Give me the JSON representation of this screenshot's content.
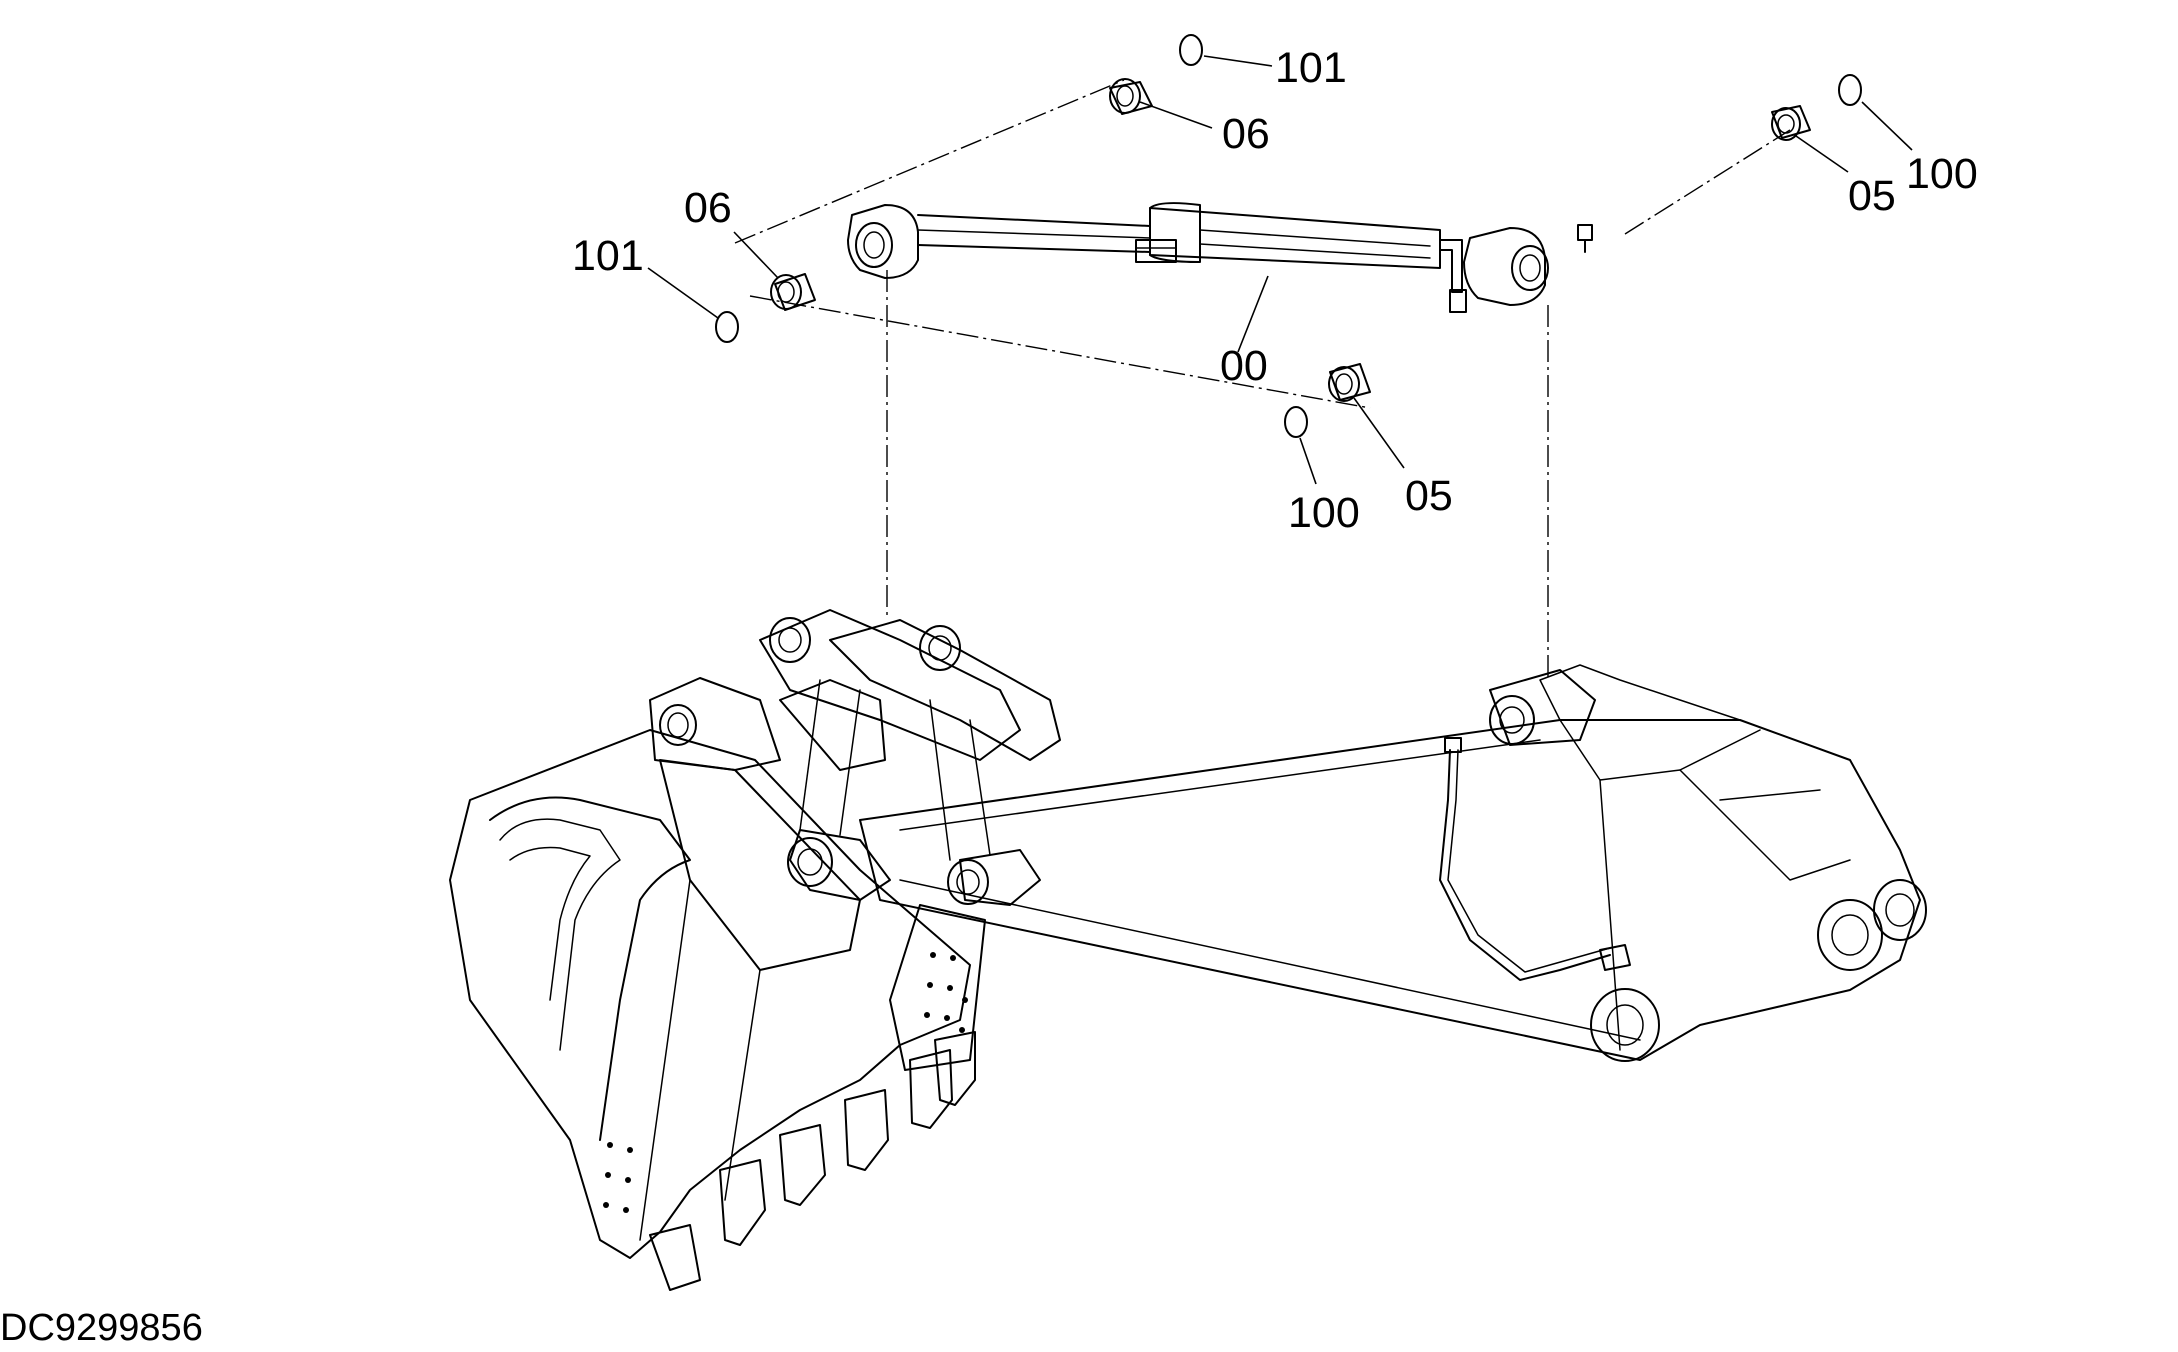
{
  "drawing": {
    "document_id": "DC9299856",
    "callouts": {
      "c_101_top": "101",
      "c_06_top": "06",
      "c_06_left": "06",
      "c_101_left": "101",
      "c_00": "00",
      "c_100_right": "100",
      "c_05_right": "05",
      "c_05_mid": "05",
      "c_100_mid": "100"
    }
  }
}
